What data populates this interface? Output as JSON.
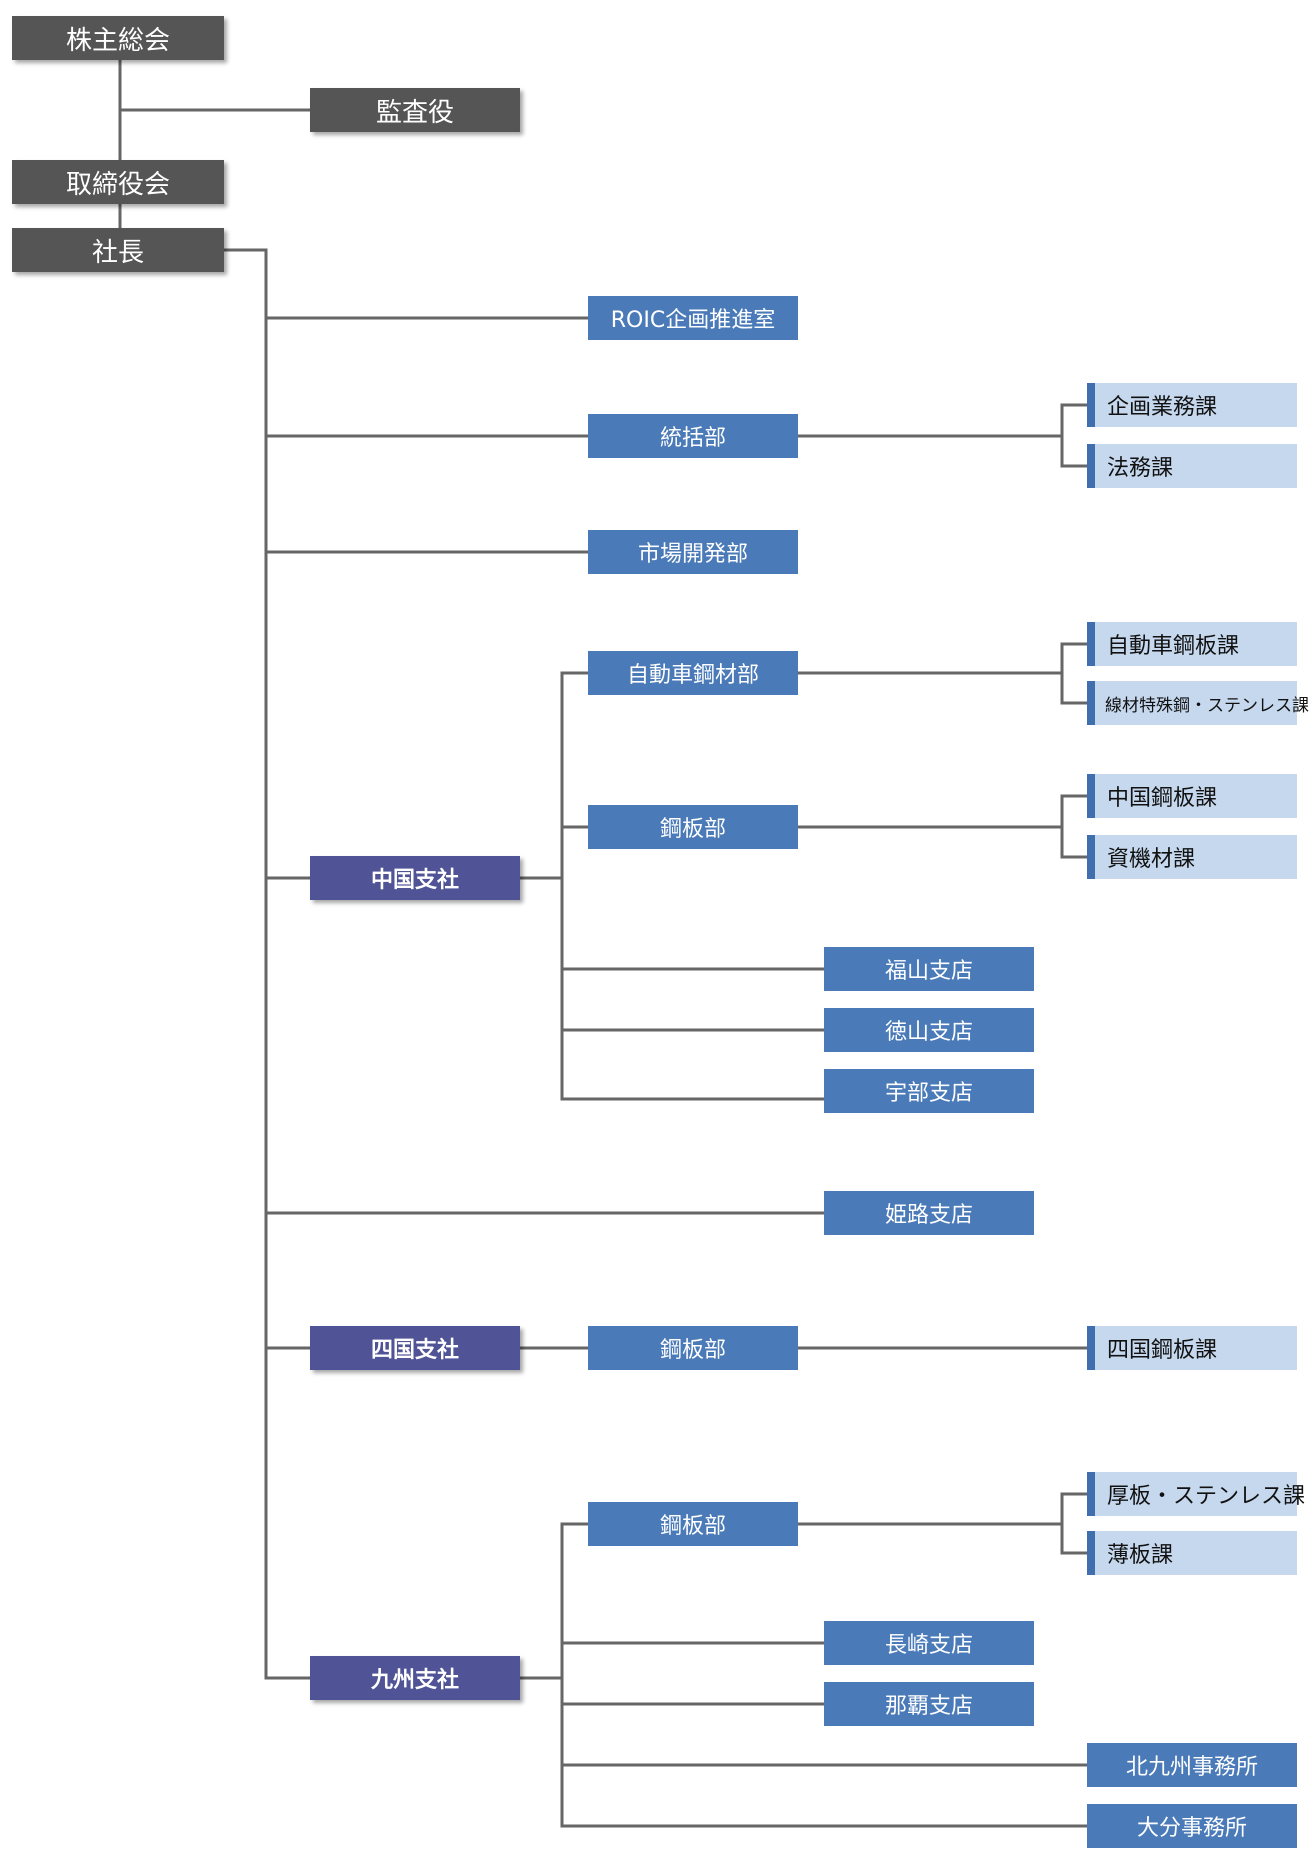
{
  "colors": {
    "exec": "#555555",
    "branch": "#505496",
    "dept": "#4a7ab8",
    "section_bg": "#c6d8ee",
    "section_accent": "#3f6fad",
    "line": "#666666"
  },
  "executive": {
    "shareholders": "株主総会",
    "auditors": "監査役",
    "board": "取締役会",
    "president": "社長"
  },
  "hq": {
    "roic": "ROIC企画推進室",
    "general": {
      "label": "統括部",
      "sections": [
        "企画業務課",
        "法務課"
      ]
    },
    "market": "市場開発部"
  },
  "chugoku": {
    "label": "中国支社",
    "auto_steel": {
      "label": "自動車鋼材部",
      "sections": [
        "自動車鋼板課",
        "線材特殊鋼・ステンレス課"
      ]
    },
    "steel_plate": {
      "label": "鋼板部",
      "sections": [
        "中国鋼板課",
        "資機材課"
      ]
    },
    "branches": [
      "福山支店",
      "徳山支店",
      "宇部支店"
    ]
  },
  "himeji": "姫路支店",
  "shikoku": {
    "label": "四国支社",
    "steel_plate": {
      "label": "鋼板部",
      "sections": [
        "四国鋼板課"
      ]
    }
  },
  "kyushu": {
    "label": "九州支社",
    "steel_plate": {
      "label": "鋼板部",
      "sections": [
        "厚板・ステンレス課",
        "薄板課"
      ]
    },
    "branches": [
      "長崎支店",
      "那覇支店"
    ],
    "offices": [
      "北九州事務所",
      "大分事務所"
    ]
  }
}
